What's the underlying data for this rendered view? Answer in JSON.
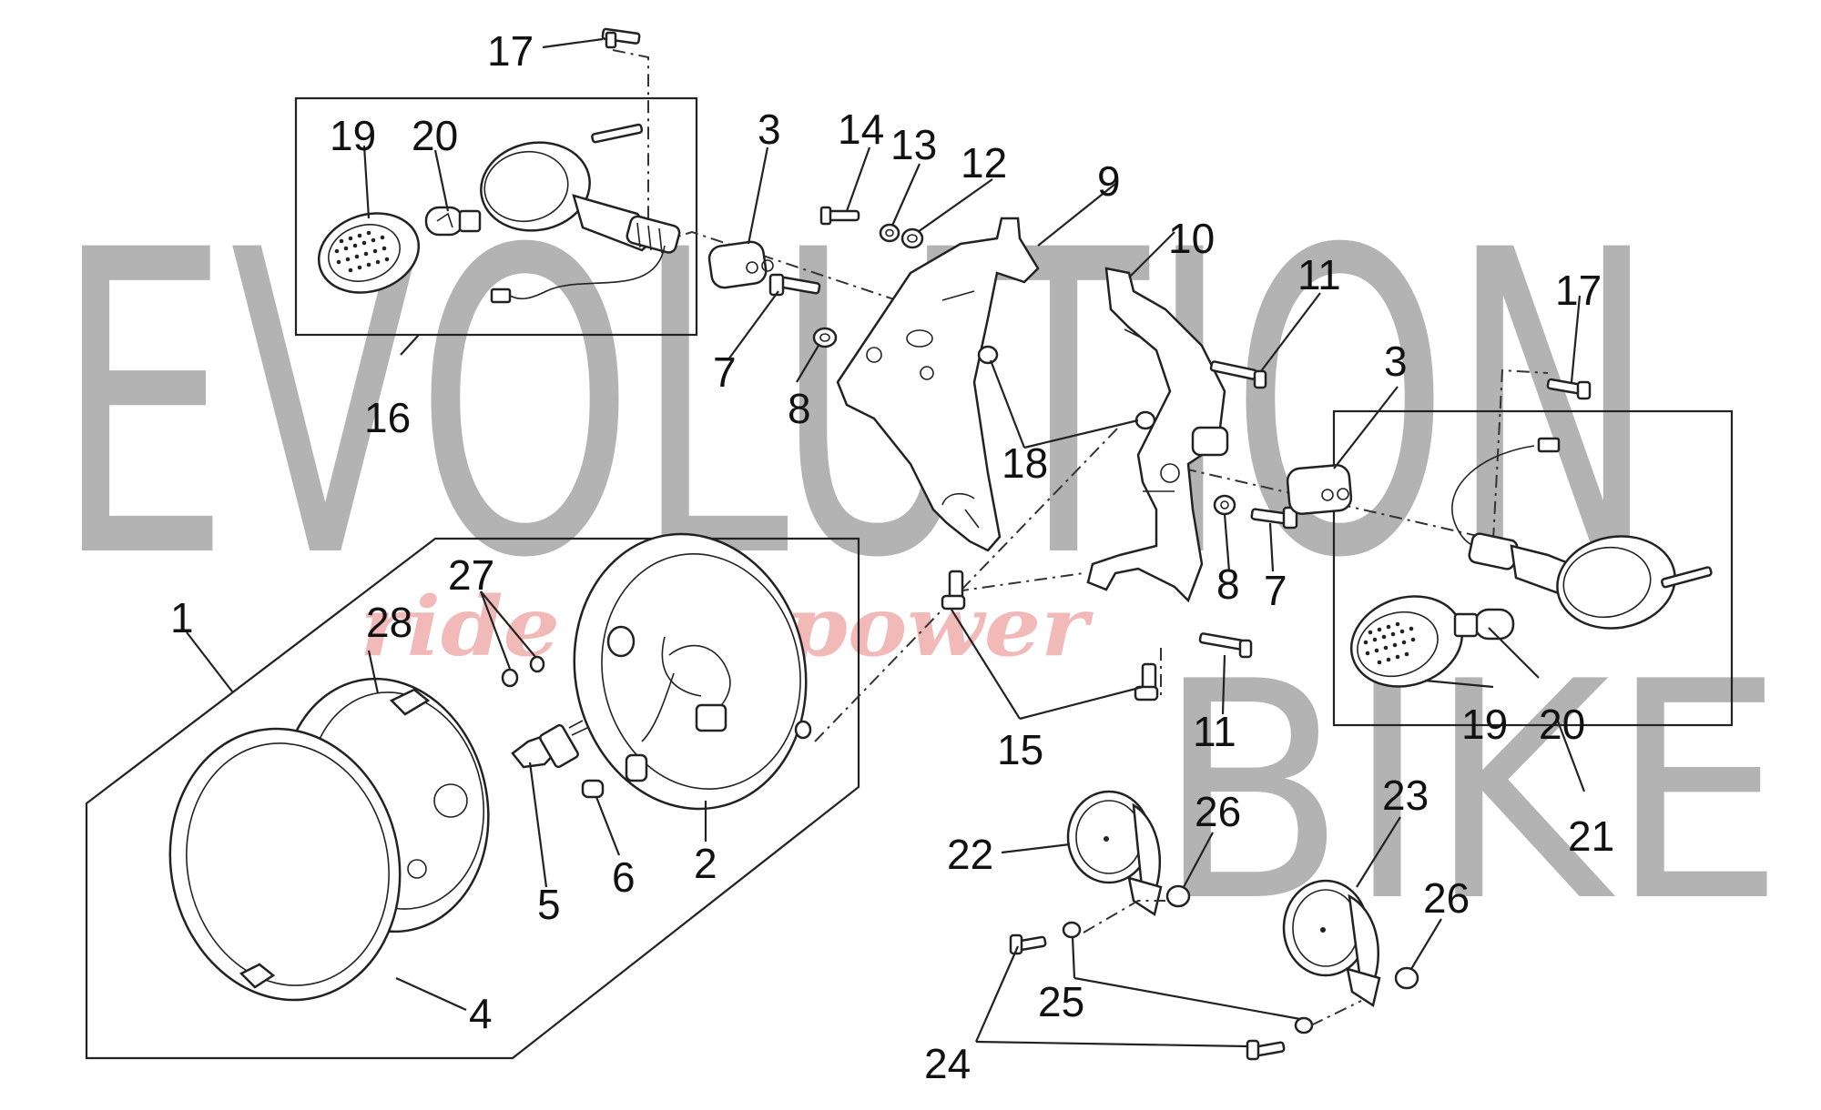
{
  "watermark": {
    "word1": "EVOLUTION",
    "word2": "BIKE",
    "slogan": "ride the power"
  },
  "callouts": [
    {
      "id": "c1",
      "label": "1"
    },
    {
      "id": "c2",
      "label": "2"
    },
    {
      "id": "c3a",
      "label": "3"
    },
    {
      "id": "c3b",
      "label": "3"
    },
    {
      "id": "c4",
      "label": "4"
    },
    {
      "id": "c5",
      "label": "5"
    },
    {
      "id": "c6",
      "label": "6"
    },
    {
      "id": "c7a",
      "label": "7"
    },
    {
      "id": "c7b",
      "label": "7"
    },
    {
      "id": "c8a",
      "label": "8"
    },
    {
      "id": "c8b",
      "label": "8"
    },
    {
      "id": "c9",
      "label": "9"
    },
    {
      "id": "c10",
      "label": "10"
    },
    {
      "id": "c11a",
      "label": "11"
    },
    {
      "id": "c11b",
      "label": "11"
    },
    {
      "id": "c12",
      "label": "12"
    },
    {
      "id": "c13",
      "label": "13"
    },
    {
      "id": "c14",
      "label": "14"
    },
    {
      "id": "c15",
      "label": "15"
    },
    {
      "id": "c16",
      "label": "16"
    },
    {
      "id": "c17a",
      "label": "17"
    },
    {
      "id": "c17b",
      "label": "17"
    },
    {
      "id": "c18",
      "label": "18"
    },
    {
      "id": "c19a",
      "label": "19"
    },
    {
      "id": "c19b",
      "label": "19"
    },
    {
      "id": "c20a",
      "label": "20"
    },
    {
      "id": "c20b",
      "label": "20"
    },
    {
      "id": "c21",
      "label": "21"
    },
    {
      "id": "c22",
      "label": "22"
    },
    {
      "id": "c23",
      "label": "23"
    },
    {
      "id": "c24",
      "label": "24"
    },
    {
      "id": "c25",
      "label": "25"
    },
    {
      "id": "c26a",
      "label": "26"
    },
    {
      "id": "c26b",
      "label": "26"
    },
    {
      "id": "c27",
      "label": "27"
    },
    {
      "id": "c28",
      "label": "28"
    }
  ]
}
